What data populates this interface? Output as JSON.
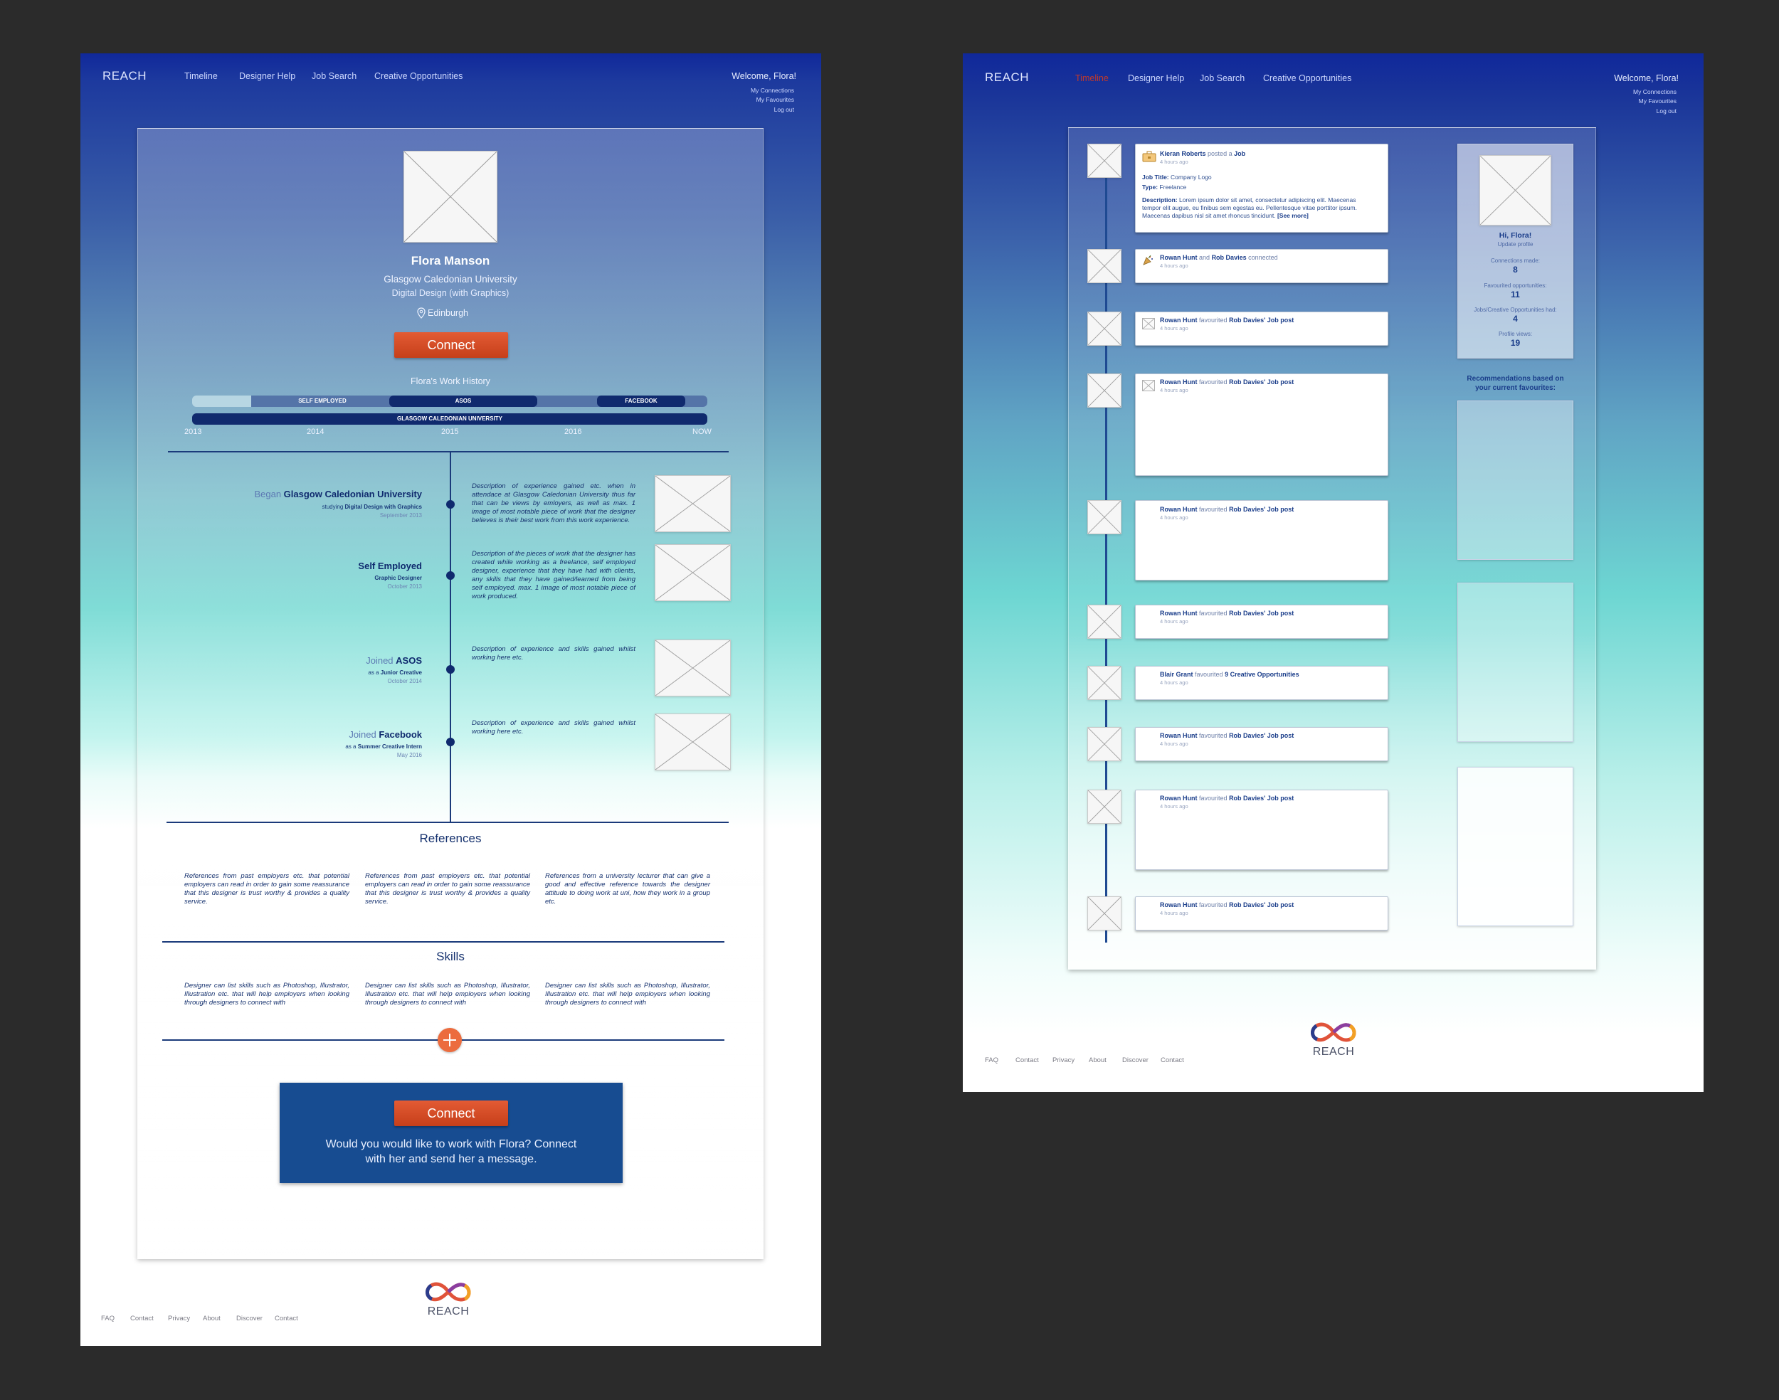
{
  "profile_page": {
    "brand": "REACH",
    "nav": [
      "Timeline",
      "Designer Help",
      "Job Search",
      "Creative Opportunities"
    ],
    "welcome": "Welcome, Flora!",
    "user_menu": [
      "My Connections",
      "My Favourites",
      "Log out"
    ],
    "name": "Flora Manson",
    "university": "Glasgow Caledonian University",
    "course": "Digital Design (with Graphics)",
    "location": "Edinburgh",
    "connect_label": "Connect",
    "work_history_title": "Flora's Work History",
    "history_bars": {
      "self_employed": "SELF EMPLOYED",
      "asos": "ASOS",
      "facebook": "FACEBOOK",
      "gcu": "GLASGOW CALEDONIAN UNIVERSITY"
    },
    "years": [
      "2013",
      "2014",
      "2015",
      "2016",
      "NOW"
    ],
    "events": [
      {
        "prefix": "Began",
        "org": "Glasgow Caledonian University",
        "role_prefix": "studying",
        "role": "Digital Design with Graphics",
        "date": "September 2013",
        "description": "Description of experience gained etc. when in attendace at Glasgow Caledonian University thus far that can be views by emloyers, as well as max. 1 image of most notable piece of work that the designer believes is their best work from this work experience."
      },
      {
        "prefix": "",
        "org": "Self Employed",
        "role_prefix": "",
        "role": "Graphic Designer",
        "date": "October 2013",
        "description": "Description of the pieces of work that the designer has created while working as a freelance, self employed designer, experience that they have had with clients, any skills that they have gained/learned from being self employed. max. 1 image of most notable piece of work produced."
      },
      {
        "prefix": "Joined",
        "org": "ASOS",
        "role_prefix": "as a",
        "role": "Junior Creative",
        "date": "October 2014",
        "description": "Description of experience and skills gained whilst working here etc."
      },
      {
        "prefix": "Joined",
        "org": "Facebook",
        "role_prefix": "as a",
        "role": "Summer Creative Intern",
        "date": "May 2016",
        "description": "Description of experience and skills gained whilst working here etc."
      }
    ],
    "references_title": "References",
    "references": [
      "References from past employers etc. that potential employers can read in order to gain some reassurance that this designer is trust worthy & provides a quality service.",
      "References from past employers etc. that potential employers can read in order to gain some reassurance that this designer is trust worthy & provides a quality service.",
      "References from a university lecturer that can give a good and effective reference towards the designer attitude to doing work at uni, how they work in a group etc."
    ],
    "skills_title": "Skills",
    "skills": [
      "Designer can list skills such as Photoshop, Illustrator, Illustration etc. that will help employers when looking through designers to connect with",
      "Designer can list skills such as Photoshop, Illustrator, Illustration etc. that will help employers when looking through designers to connect with",
      "Designer can list skills such as Photoshop, Illustrator, Illustration etc. that will help employers when looking through designers to connect with"
    ],
    "cta_button": "Connect",
    "cta_text_line1": "Would you would like to work with Flora? Connect",
    "cta_text_line2": "with her and send her a message.",
    "footer": [
      "FAQ",
      "Contact",
      "Privacy",
      "About",
      "Discover",
      "Contact"
    ],
    "logo_text": "REACH"
  },
  "timeline_page": {
    "brand": "REACH",
    "nav": [
      "Timeline",
      "Designer Help",
      "Job Search",
      "Creative Opportunities"
    ],
    "welcome": "Welcome, Flora!",
    "user_menu": [
      "My Connections",
      "My Favourites",
      "Log out"
    ],
    "first_post": {
      "actor": "Kieran Roberts",
      "verb": "posted a",
      "object": "Job",
      "time": "4 hours ago",
      "job_title_label": "Job Title:",
      "job_title_value": "Company Logo",
      "type_label": "Type:",
      "type_value": "Freelance",
      "description_label": "Description:",
      "description_line1": "Lorem ipsum dolor sit amet, consectetur adipiscing elit. Maecenas",
      "description_line2": "tempor elit augue, eu finibus sem egestas eu. Pellentesque vitae porttitor ipsum.",
      "description_line3": "Maecenas dapibus nisl sit amet rhoncus tincidunt.",
      "see_more": "[See more]"
    },
    "feed": [
      {
        "actor": "Rowan Hunt",
        "conj": "and",
        "actor2": "Rob Davies",
        "verb": "connected",
        "time": "4 hours ago"
      },
      {
        "actor": "Rowan Hunt",
        "verb": "favourited",
        "object": "Rob Davies' Job post",
        "time": "4 hours ago"
      },
      {
        "actor": "Rowan Hunt",
        "verb": "favourited",
        "object": "Rob Davies' Job post",
        "time": "4 hours ago"
      },
      {
        "actor": "Rowan Hunt",
        "verb": "favourited",
        "object": "Rob Davies' Job post",
        "time": "4 hours ago"
      },
      {
        "actor": "Rowan Hunt",
        "verb": "favourited",
        "object": "Rob Davies' Job post",
        "time": "4 hours ago"
      },
      {
        "actor": "Blair Grant",
        "verb": "favourited",
        "object": "9 Creative Opportunities",
        "time": "4 hours ago"
      },
      {
        "actor": "Rowan Hunt",
        "verb": "favourited",
        "object": "Rob Davies' Job post",
        "time": "4 hours ago"
      },
      {
        "actor": "Rowan Hunt",
        "verb": "favourited",
        "object": "Rob Davies' Job post",
        "time": "4 hours ago"
      },
      {
        "actor": "Rowan Hunt",
        "verb": "favourited",
        "object": "Rob Davies' Job post",
        "time": "4 hours ago"
      }
    ],
    "sidebar": {
      "greeting": "Hi, Flora!",
      "update_profile": "Update profile",
      "stats": [
        {
          "label": "Connections made:",
          "value": "8"
        },
        {
          "label": "Favourited opportunities:",
          "value": "11"
        },
        {
          "label": "Jobs/Creative Opportunities had:",
          "value": "4"
        },
        {
          "label": "Profile views:",
          "value": "19"
        }
      ],
      "recommendations_line1": "Recommendations based on",
      "recommendations_line2": "your current favourites:"
    },
    "footer": [
      "FAQ",
      "Contact",
      "Privacy",
      "About",
      "Discover",
      "Contact"
    ],
    "logo_text": "REACH"
  },
  "colors": {
    "navy": "#10289a",
    "accent_orange": "#e35b34",
    "cta_blue": "#174c91",
    "active_nav": "#c0392b"
  }
}
